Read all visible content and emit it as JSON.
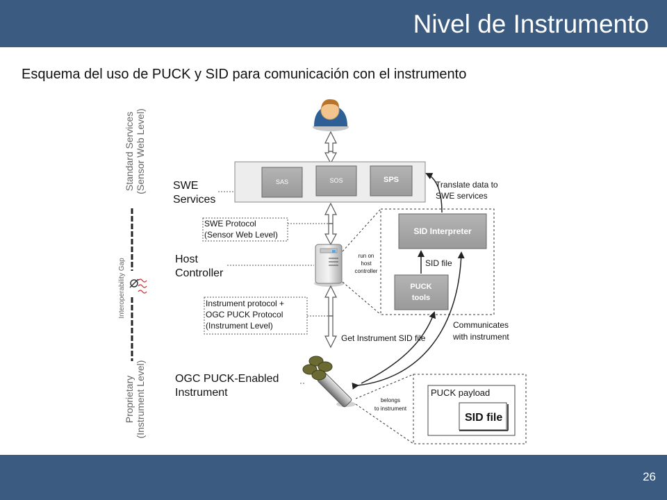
{
  "slide": {
    "title": "Nivel de Instrumento",
    "subtitle": "Esquema del uso de PUCK y SID para comunicación con el instrumento",
    "page_number": "26"
  },
  "diagram": {
    "levels": {
      "standard_line1": "Standard Services",
      "standard_line2": "(Sensor Web Level)",
      "gap": "Interoperability Gap",
      "proprietary_line1": "Proprietary",
      "proprietary_line2": "(Instrument Level)"
    },
    "layers": {
      "swe_services_line1": "SWE",
      "swe_services_line2": "Services",
      "host_controller_line1": "Host",
      "host_controller_line2": "Controller",
      "instrument_line1": "OGC PUCK-Enabled",
      "instrument_line2": "Instrument"
    },
    "services": {
      "sas": "SAS",
      "sos": "SOS",
      "sps": "SPS"
    },
    "protocols": {
      "swe_line1": "SWE Protocol",
      "swe_line2": "(Sensor Web Level)",
      "instrument_line1": "Instrument protocol +",
      "instrument_line2": "OGC PUCK Protocol",
      "instrument_line3": "(Instrument Level)"
    },
    "controller_box": {
      "interpreter": "SID Interpreter",
      "puck_tools_line1": "PUCK",
      "puck_tools_line2": "tools",
      "sid_file": "SID file",
      "run_on_line1": "run on",
      "run_on_line2": "host",
      "run_on_line3": "controller"
    },
    "annotations": {
      "translate_line1": "Translate data to",
      "translate_line2": "SWE services",
      "get_sid": "Get Instrument SID file",
      "communicates_line1": "Communicates",
      "communicates_line2": "with instrument",
      "belongs_line1": "belongs",
      "belongs_line2": "to instrument"
    },
    "payload": {
      "label": "PUCK payload",
      "sid_file": "SID file"
    }
  }
}
